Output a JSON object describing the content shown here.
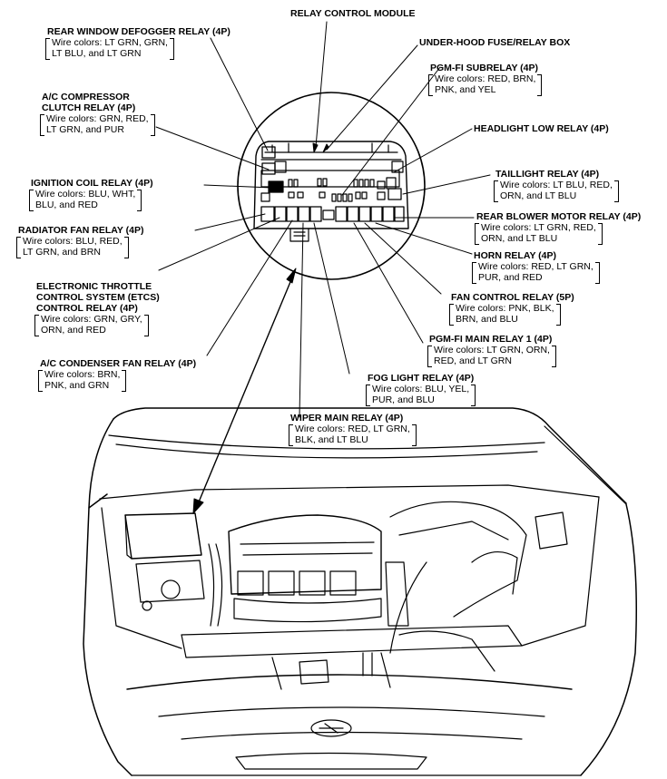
{
  "diagram": {
    "colors": {
      "ink": "#000000",
      "paper": "#ffffff"
    },
    "header_labels": {
      "relay_control_module": "RELAY CONTROL MODULE",
      "fuse_box": "UNDER-HOOD FUSE/RELAY BOX",
      "headlight_low": "HEADLIGHT LOW RELAY (4P)"
    },
    "relays": {
      "rear_window_defogger": {
        "title": "REAR WINDOW DEFOGGER RELAY (4P)",
        "wires": [
          "Wire colors: LT GRN, GRN,",
          "LT BLU, and LT GRN"
        ]
      },
      "ac_compressor": {
        "title": [
          "A/C COMPRESSOR",
          "CLUTCH RELAY (4P)"
        ],
        "wires": [
          "Wire colors: GRN, RED,",
          "LT GRN, and PUR"
        ]
      },
      "ignition_coil": {
        "title": "IGNITION COIL RELAY (4P)",
        "wires": [
          "Wire colors: BLU, WHT,",
          "BLU, and RED"
        ]
      },
      "radiator_fan": {
        "title": "RADIATOR FAN RELAY (4P)",
        "wires": [
          "Wire colors: BLU, RED,",
          "LT GRN, and BRN"
        ]
      },
      "etcs_control": {
        "title": [
          "ELECTRONIC THROTTLE",
          "CONTROL SYSTEM (ETCS)",
          "CONTROL RELAY (4P)"
        ],
        "wires": [
          "Wire colors: GRN, GRY,",
          "ORN, and RED"
        ]
      },
      "ac_condenser_fan": {
        "title": "A/C CONDENSER FAN RELAY (4P)",
        "wires": [
          "Wire colors: BRN,",
          "PNK, and GRN"
        ]
      },
      "pgm_fi_subrelay": {
        "title": "PGM-FI SUBRELAY (4P)",
        "wires": [
          "Wire colors: RED, BRN,",
          "PNK, and YEL"
        ]
      },
      "taillight": {
        "title": "TAILLIGHT RELAY (4P)",
        "wires": [
          "Wire colors: LT BLU, RED,",
          "ORN, and LT BLU"
        ]
      },
      "rear_blower_motor": {
        "title": "REAR BLOWER MOTOR RELAY (4P)",
        "wires": [
          "Wire colors: LT GRN, RED,",
          "ORN, and LT BLU"
        ]
      },
      "horn": {
        "title": "HORN RELAY (4P)",
        "wires": [
          "Wire colors: RED, LT GRN,",
          "PUR, and RED"
        ]
      },
      "fan_control": {
        "title": "FAN CONTROL RELAY (5P)",
        "wires": [
          "Wire colors: PNK, BLK,",
          "BRN, and BLU"
        ]
      },
      "pgm_fi_main_1": {
        "title": "PGM-FI MAIN RELAY 1 (4P)",
        "wires": [
          "Wire colors: LT GRN, ORN,",
          "RED, and LT GRN"
        ]
      },
      "fog_light": {
        "title": "FOG LIGHT RELAY (4P)",
        "wires": [
          "Wire colors: BLU, YEL,",
          "PUR, and BLU"
        ]
      },
      "wiper_main": {
        "title": "WIPER MAIN RELAY (4P)",
        "wires": [
          "Wire colors: RED, LT GRN,",
          "BLK, and LT BLU"
        ]
      }
    }
  }
}
